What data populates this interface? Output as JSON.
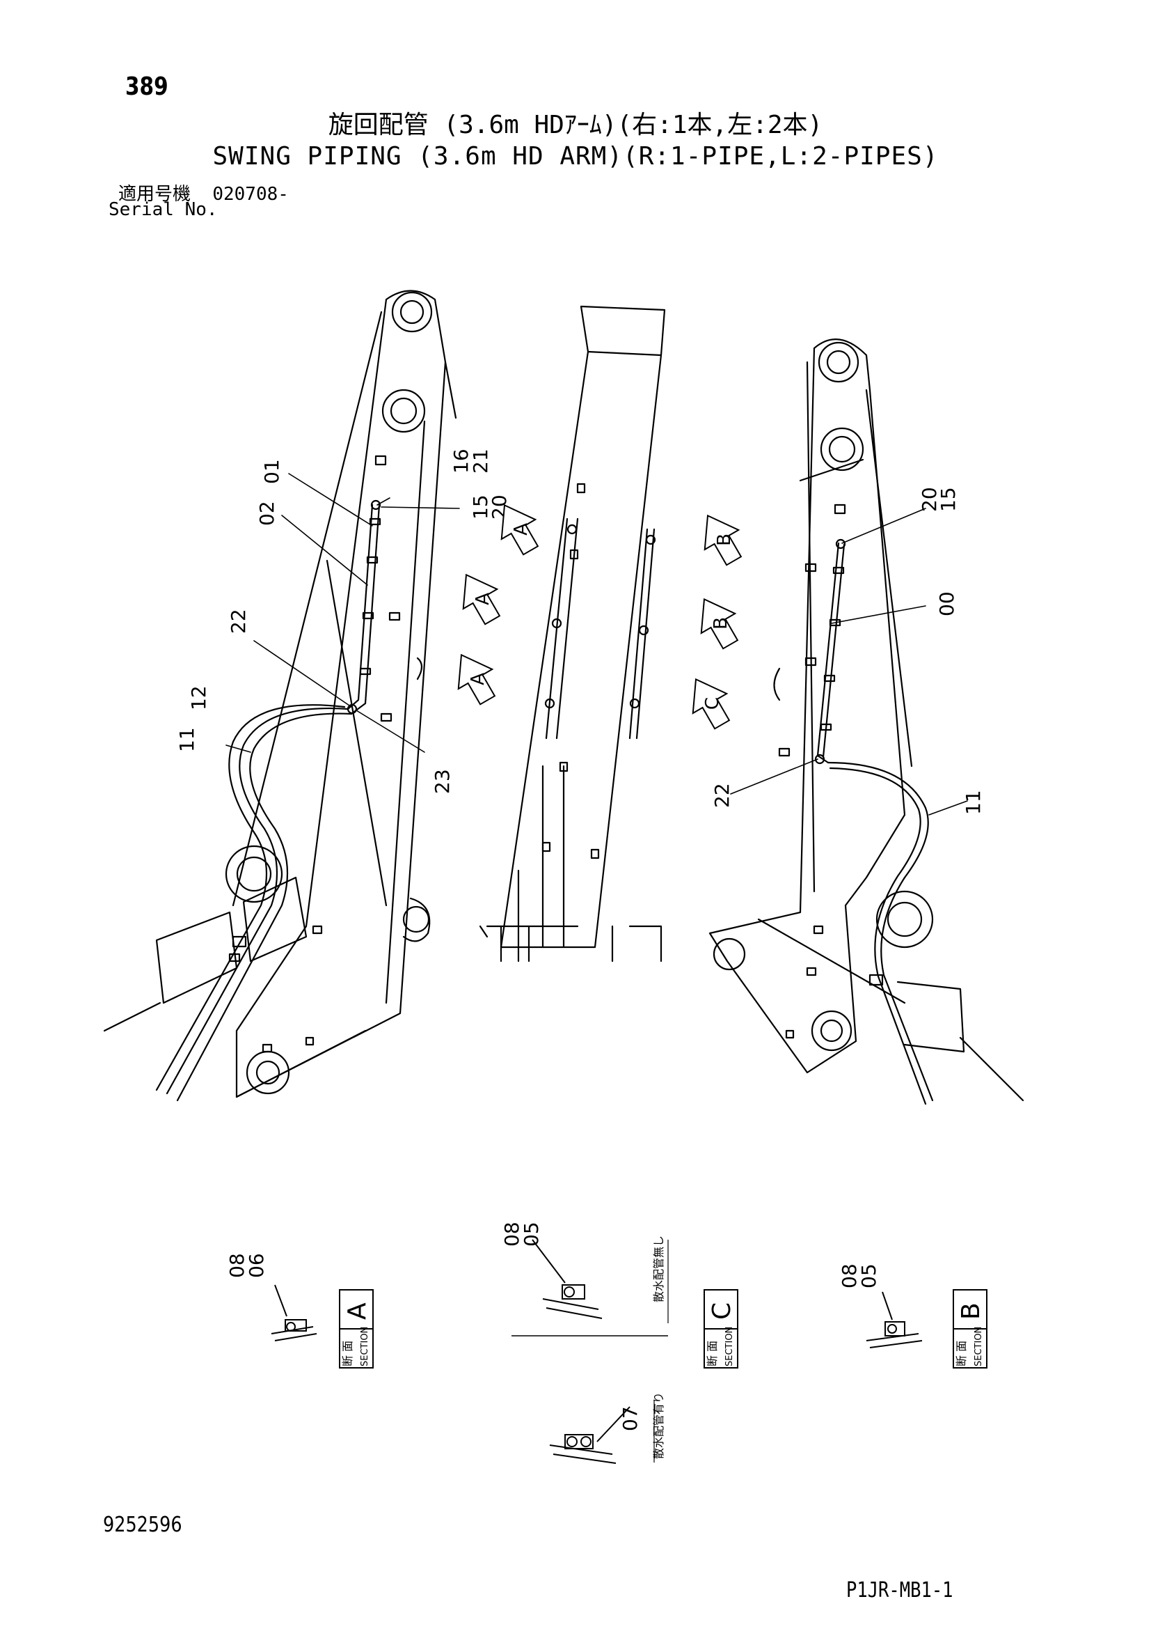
{
  "header": {
    "page_number": "389",
    "title_jp": "旋回配管 (3.6m HDｱｰﾑ)(右:1本,左:2本)",
    "title_en": "SWING PIPING (3.6m HD ARM)(R:1-PIPE,L:2-PIPES)",
    "serial_label_jp": "適用号機",
    "serial_value": "020708-",
    "serial_label_en": "Serial No."
  },
  "callouts": {
    "left": [
      "01",
      "02",
      "16",
      "21",
      "15",
      "20",
      "22",
      "12",
      "11",
      "23"
    ],
    "right": [
      "20",
      "15",
      "00",
      "22",
      "11"
    ]
  },
  "view_arrows": [
    "A",
    "A",
    "A",
    "B",
    "B",
    "C"
  ],
  "sections": {
    "a": {
      "callout_top": "08",
      "callout_bottom": "06",
      "letter": "A",
      "label_jp": "断 面",
      "label_en": "SECTION"
    },
    "c": {
      "callout_top": "08",
      "callout_bottom": "05",
      "letter": "C",
      "label_jp": "断 面",
      "label_en": "SECTION",
      "note_without": "散水配管無し",
      "note_with": "散水配管有り",
      "callout_lower": "07"
    },
    "b": {
      "callout_top": "08",
      "callout_bottom": "05",
      "letter": "B",
      "label_jp": "断 面",
      "label_en": "SECTION"
    }
  },
  "footer": {
    "drawing_number": "9252596",
    "page_code": "P1JR-MB1-1"
  }
}
